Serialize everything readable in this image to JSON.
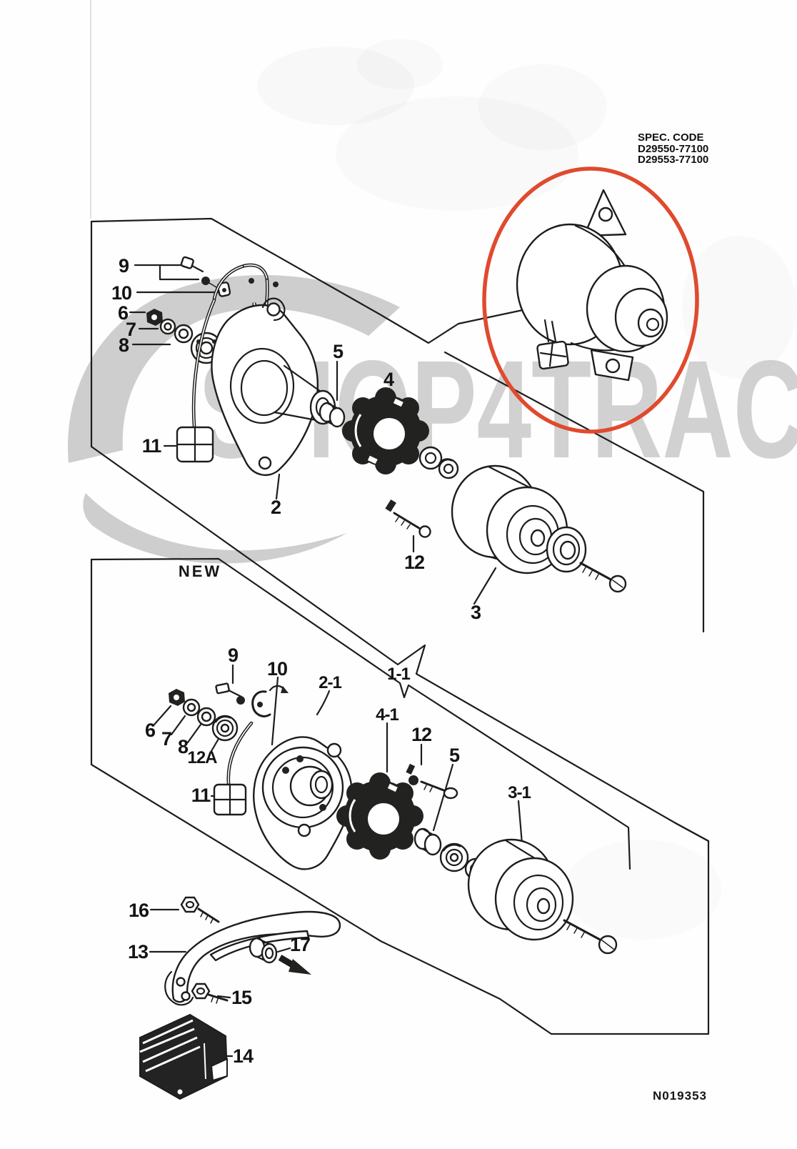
{
  "document": {
    "spec_code_title": "SPEC. CODE",
    "spec_code_1": "D29550-77100",
    "spec_code_2": "D29553-77100",
    "new_badge": "NEW",
    "drawing_number": "N019353",
    "watermark": "SHOP4TRAC"
  },
  "colors": {
    "highlight": "#e04a2e",
    "ink": "#1d1d1b",
    "watermark": "#c6c6c6"
  },
  "callouts_old": {
    "n2": "2",
    "n3": "3",
    "n4": "4",
    "n5": "5",
    "n6": "6",
    "n7": "7",
    "n8": "8",
    "n9": "9",
    "n10": "10",
    "n11": "11",
    "n12": "12"
  },
  "callouts_new": {
    "n1_1": "1-1",
    "n2_1": "2-1",
    "n3_1": "3-1",
    "n4_1": "4-1",
    "n5": "5",
    "n6": "6",
    "n7": "7",
    "n8": "8",
    "n9": "9",
    "n10": "10",
    "n11": "11",
    "n12": "12",
    "n12a": "12A",
    "n13": "13",
    "n14": "14",
    "n15": "15",
    "n16": "16",
    "n17": "17"
  }
}
